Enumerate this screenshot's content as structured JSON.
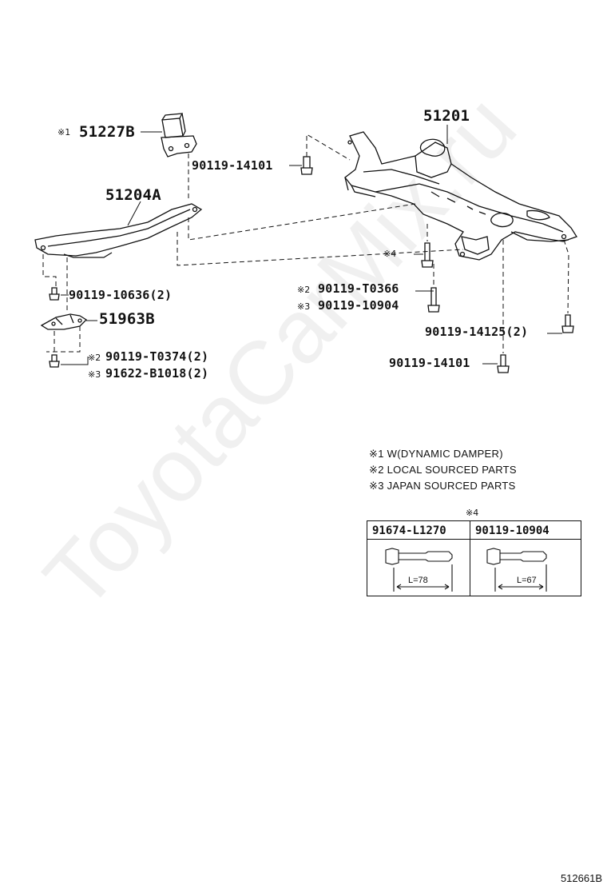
{
  "diagram": {
    "labels": {
      "p51227b": "51227B",
      "p51201": "51201",
      "p90119_14101_a": "90119-14101",
      "p51204a": "51204A",
      "p90119_10636": "90119-10636(2)",
      "p51963b": "51963B",
      "p90119_t0374": "90119-T0374(2)",
      "p91622_b1018": "91622-B1018(2)",
      "p90119_t0366": "90119-T0366",
      "p90119_10904": "90119-10904",
      "p90119_14125": "90119-14125(2)",
      "p90119_14101_b": "90119-14101"
    },
    "markers": {
      "m1": "※1",
      "m2a": "※2",
      "m3a": "※3",
      "m2b": "※2",
      "m3b": "※3",
      "m4": "※4"
    }
  },
  "notes": {
    "n1": "※1 W(DYNAMIC DAMPER)",
    "n2": "※2 LOCAL SOURCED PARTS",
    "n3": "※3 JAPAN SOURCED PARTS"
  },
  "bolt_table": {
    "marker": "※4",
    "columns": [
      {
        "part": "91674-L1270",
        "length": "L=78"
      },
      {
        "part": "90119-10904",
        "length": "L=67"
      }
    ]
  },
  "watermark": "ToyotaCarMix.ru",
  "illustration_code": "512661B"
}
